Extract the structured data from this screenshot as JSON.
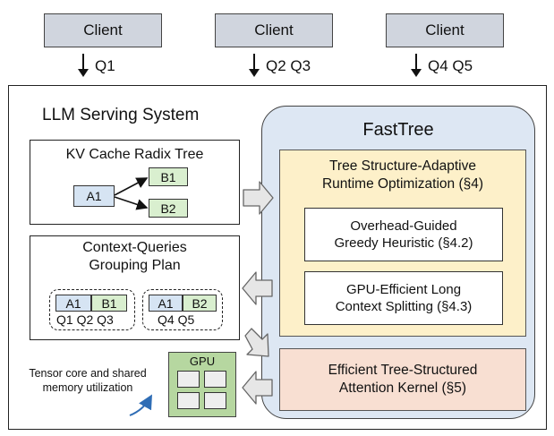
{
  "clients": [
    {
      "label": "Client",
      "queries": "Q1"
    },
    {
      "label": "Client",
      "queries": "Q2 Q3"
    },
    {
      "label": "Client",
      "queries": "Q4 Q5"
    }
  ],
  "system": {
    "title": "LLM Serving System",
    "radix_tree": {
      "title": "KV Cache Radix Tree",
      "root": "A1",
      "children": [
        "B1",
        "B2"
      ]
    },
    "grouping_plan": {
      "title_line1": "Context-Queries",
      "title_line2": "Grouping Plan",
      "groups": [
        {
          "cells": [
            "A1",
            "B1"
          ],
          "queries": "Q1 Q2 Q3"
        },
        {
          "cells": [
            "A1",
            "B2"
          ],
          "queries": "Q4 Q5"
        }
      ]
    },
    "gpu": {
      "label": "GPU",
      "note_line1": "Tensor core and shared",
      "note_line2": "memory utilization"
    }
  },
  "fasttree": {
    "title": "FastTree",
    "optimization": {
      "title_line1": "Tree Structure-Adaptive",
      "title_line2": "Runtime Optimization (§4)",
      "items": [
        {
          "line1": "Overhead-Guided",
          "line2": "Greedy Heuristic (§4.2)"
        },
        {
          "line1": "GPU-Efficient Long",
          "line2": "Context Splitting (§4.3)"
        }
      ]
    },
    "kernel": {
      "line1": "Efficient Tree-Structured",
      "line2": "Attention Kernel (§5)"
    }
  },
  "colors": {
    "client_fill": "#d0d5de",
    "fasttree_fill": "#dde7f3",
    "optimization_fill": "#fdf0c9",
    "kernel_fill": "#f8dfd2",
    "gpu_fill": "#b6d7a0",
    "node_blue": "#d6e4f3",
    "node_green": "#d9efcf",
    "accent_arrow": "#2f6db5"
  }
}
